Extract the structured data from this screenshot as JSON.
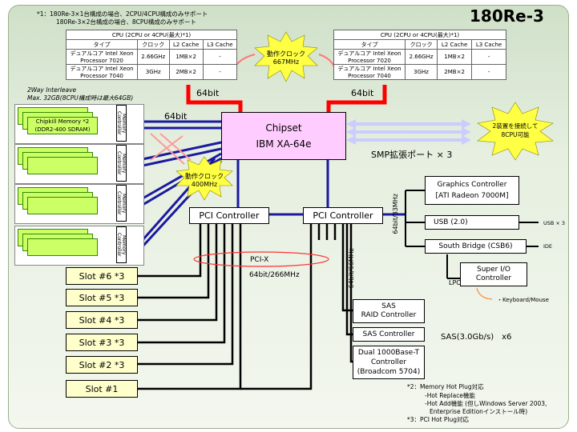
{
  "title": "180Re-3",
  "notes": {
    "n1_line1": "*1：180Re-3×1台構成の場合、2CPU/4CPU構成のみサポート",
    "n1_line2": "180Re-3×2台構成の場合、8CPU構成のみサポート",
    "interleave1": "2Way Interleave",
    "interleave2": "Max. 32GB(8CPU構成時は最大64GB)",
    "n2_line1": "*2：Memory Hot Plug対応",
    "n2_line2": "-Hot Replace機能",
    "n2_line3": "-Hot Add機能 (但しWindows Server 2003,",
    "n2_line4": "Enterprise Editionインストール時)",
    "n3": "*3：PCI Hot Plug対応"
  },
  "cpu_table": {
    "caption": "CPU (2CPU or 4CPU(最大)*1)",
    "headers": [
      "タイプ",
      "クロック",
      "L2 Cache",
      "L3 Cache"
    ],
    "rows": [
      {
        "type": "デュアルコア Intel Xeon Processor 7020",
        "clock": "2.66GHz",
        "l2": "1MB×2",
        "l3": "-"
      },
      {
        "type": "デュアルコア Intel Xeon Processor 7040",
        "clock": "3GHz",
        "l2": "2MB×2",
        "l3": "-"
      }
    ]
  },
  "bursts": {
    "cpu_clock": "動作クロック\n667MHz",
    "mem_clock": "動作クロック\n400MHz",
    "connect": "2装置を接続して\n8CPU可能"
  },
  "labels": {
    "bus_64bit_left": "64bit",
    "bus_64bit_right": "64bit",
    "bus_64bit_mem": "64bit",
    "chipset_line1": "Chipset",
    "chipset_line2": "IBM XA-64e",
    "smp": "SMP拡張ポート × 3",
    "pci_left": "PCI Controller",
    "pci_right": "PCI Controller",
    "pcix": "PCI-X",
    "pcix_speed": "64bit/266MHz",
    "bus_33": "64bit/33MHz",
    "bus_66": "64bit/66MHz",
    "lpc": "LPC",
    "sas_speed": "SAS(3.0Gb/s)　x6",
    "usb_out": "USB × 3",
    "ide_out": "IDE",
    "kb_mouse": "・Keyboard/Mouse"
  },
  "memory": {
    "chipkill_line1": "Chipkill Memory *2",
    "chipkill_line2": "(DDR2-400 SDRAM)",
    "controller": "Memory Controller"
  },
  "devices": {
    "graphics_line1": "Graphics Controller",
    "graphics_line2": "[ATI Radeon 7000M]",
    "usb": "USB (2.0)",
    "southbridge": "South Bridge (CSB6)",
    "superio_line1": "Super I/O",
    "superio_line2": "Controller",
    "sas_raid_line1": "SAS",
    "sas_raid_line2": "RAID Controller",
    "sas_ctrl": "SAS Controller",
    "nic_line1": "Dual 1000Base-T",
    "nic_line2": "Controller",
    "nic_line3": "(Broadcom 5704)"
  },
  "slots": [
    "Slot #6 *3",
    "Slot #5 *3",
    "Slot #4 *3",
    "Slot #3 *3",
    "Slot #2 *3",
    "Slot #1"
  ]
}
